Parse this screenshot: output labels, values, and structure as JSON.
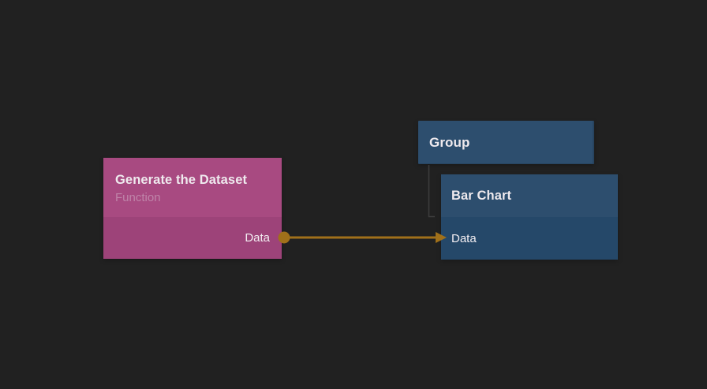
{
  "colors": {
    "canvas_bg": "#212121",
    "function_header": "#a84a81",
    "function_body": "#9d4379",
    "chart_header": "#2d4e6e",
    "chart_body": "#254869",
    "edge": "#a0701a",
    "tree_line": "#3e3e3e",
    "title_text": "#efeaee",
    "subtitle_text": "#bf84a9",
    "port_text": "#f2edf1"
  },
  "nodes": {
    "function": {
      "title": "Generate the Dataset",
      "subtitle": "Function",
      "output_port": "Data"
    },
    "group": {
      "title": "Group"
    },
    "bar_chart": {
      "title": "Bar Chart",
      "input_port": "Data"
    }
  }
}
